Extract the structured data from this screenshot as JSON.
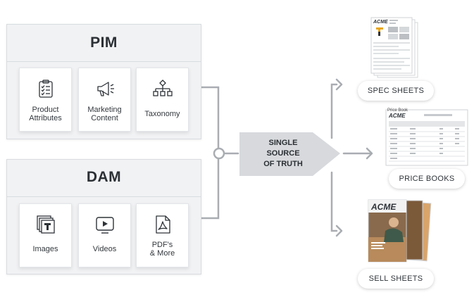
{
  "pim": {
    "title": "PIM",
    "cards": [
      {
        "label": "Product\nAttributes",
        "icon": "clipboard-checklist-icon"
      },
      {
        "label": "Marketing\nContent",
        "icon": "megaphone-icon"
      },
      {
        "label": "Taxonomy",
        "icon": "hierarchy-icon"
      }
    ]
  },
  "dam": {
    "title": "DAM",
    "cards": [
      {
        "label": "Images",
        "icon": "image-stack-icon"
      },
      {
        "label": "Videos",
        "icon": "video-play-icon"
      },
      {
        "label": "PDF's\n& More",
        "icon": "pdf-document-icon"
      }
    ]
  },
  "hub": {
    "label": "SINGLE\nSOURCE\nOF TRUTH"
  },
  "outputs": [
    {
      "label": "SPEC SHEETS"
    },
    {
      "label": "PRICE BOOKS"
    },
    {
      "label": "SELL SHEETS"
    }
  ],
  "thumbnails": {
    "spec_sheet_brand": "ACME",
    "price_book_brand": "ACME",
    "price_book_title": "Price Book",
    "sell_sheet_brand": "ACME"
  },
  "colors": {
    "connector": "#a9adb2",
    "arrow_fill": "#d7d9dc",
    "panel_bg": "#f1f2f4"
  }
}
